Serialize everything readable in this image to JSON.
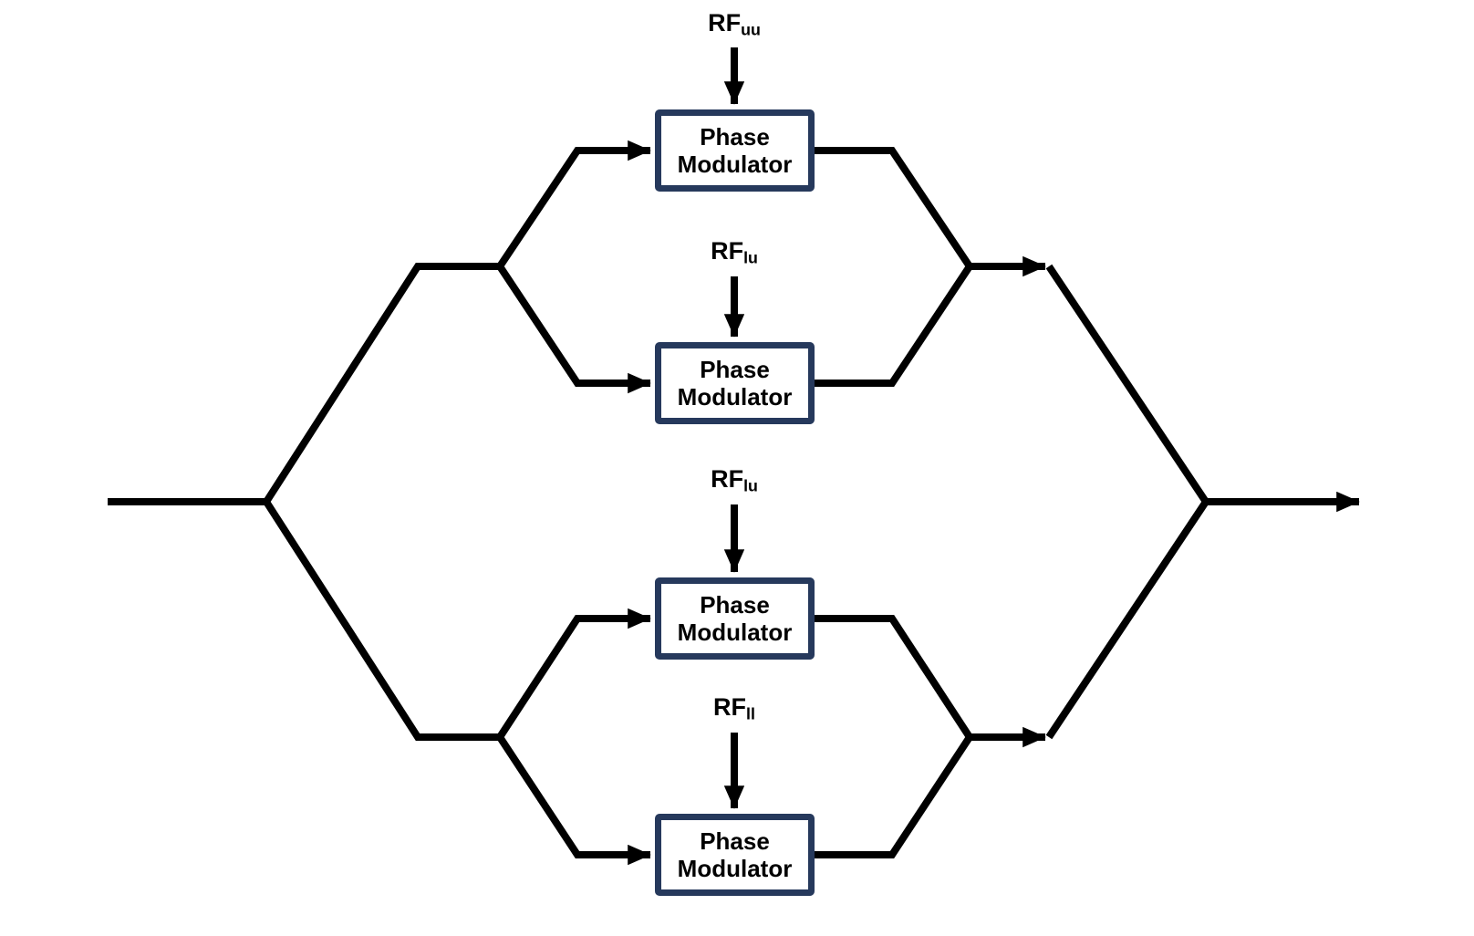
{
  "diagram": {
    "colors": {
      "line": "#000000",
      "box_border": "#26395c",
      "box_fill": "#ffffff",
      "background": "#ffffff",
      "text": "#000000"
    },
    "modulators": [
      {
        "rf_base": "RF",
        "rf_sub": "uu",
        "box_line1": "Phase",
        "box_line2": "Modulator"
      },
      {
        "rf_base": "RF",
        "rf_sub": "lu",
        "box_line1": "Phase",
        "box_line2": "Modulator"
      },
      {
        "rf_base": "RF",
        "rf_sub": "lu",
        "box_line1": "Phase",
        "box_line2": "Modulator"
      },
      {
        "rf_base": "RF",
        "rf_sub": "ll",
        "box_line1": "Phase",
        "box_line2": "Modulator"
      }
    ]
  }
}
